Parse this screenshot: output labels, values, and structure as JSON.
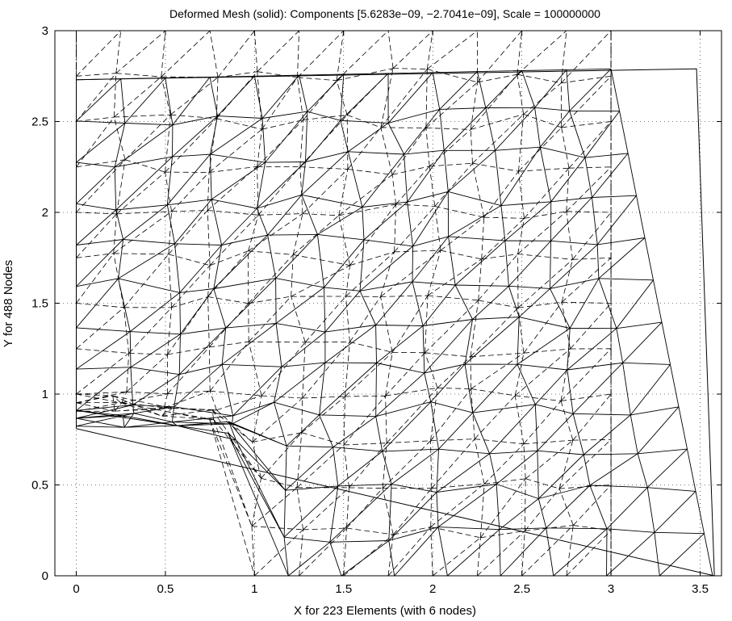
{
  "chart_data": {
    "type": "line",
    "title": "Deformed Mesh (solid): Components [5.6283e−09, −2.7041e−09], Scale = 100000000",
    "xlabel": "X for 223 Elements (with 6 nodes)",
    "ylabel": "Y for 488 Nodes",
    "xlim": [
      -0.12,
      3.62
    ],
    "ylim": [
      0,
      3
    ],
    "xticks": [
      0,
      0.5,
      1,
      1.5,
      2,
      2.5,
      3,
      3.5
    ],
    "xtick_labels": [
      "0",
      "0.5",
      "1",
      "1.5",
      "2",
      "2.5",
      "3",
      "3.5"
    ],
    "yticks": [
      0,
      0.5,
      1,
      1.5,
      2,
      2.5,
      3
    ],
    "ytick_labels": [
      "0",
      "0.5",
      "1",
      "1.5",
      "2",
      "2.5",
      "3"
    ],
    "grid": true,
    "series": [
      {
        "style": "dash-dot",
        "role": "undeformed-boundary",
        "x": [
          1.0,
          1.0,
          3.0,
          3.0,
          0.0,
          0.0
        ],
        "y": [
          0.0,
          0.0,
          0.0,
          3.0,
          3.0,
          1.0
        ]
      },
      {
        "style": "solid",
        "role": "deformed-boundary",
        "x": [
          0.0,
          0.0,
          3.48,
          3.58,
          0.0
        ],
        "y": [
          0.81,
          2.73,
          2.79,
          0.0,
          0.81
        ]
      }
    ]
  }
}
